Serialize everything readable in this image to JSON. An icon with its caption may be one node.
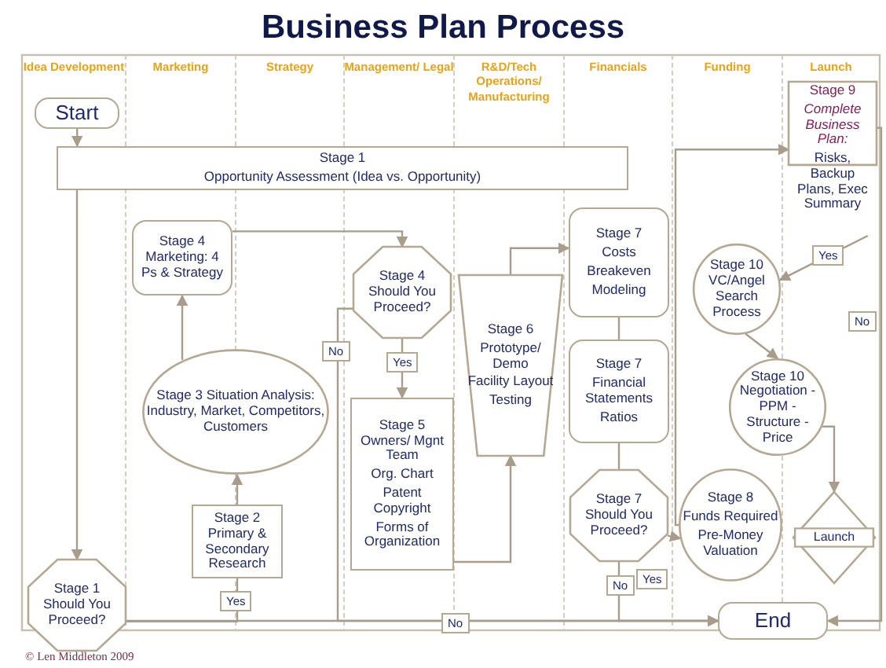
{
  "diagram": {
    "title": "Business Plan Process",
    "nodes": [
      {
        "text": [
          "Start"
        ]
      },
      {
        "text": [
          "Stage 1",
          "Opportunity Assessment (Idea vs. Opportunity)"
        ]
      },
      {
        "text": [
          "Stage 1 Should You Proceed?"
        ]
      },
      {
        "text": [
          "Stage 2 Primary & Secondary Research"
        ]
      },
      {
        "text": [
          "Stage 3 Situation Analysis: Industry, Market, Competitors, Customers"
        ]
      },
      {
        "text": [
          "Stage 4 Marketing: 4 Ps & Strategy"
        ]
      },
      {
        "text": [
          "Stage 4 Should You Proceed?"
        ]
      },
      {
        "text": [
          "Stage 5 Owners/ Mgnt Team",
          "Org. Chart",
          "Patent Copyright",
          "Forms of Organization"
        ]
      },
      {
        "text": [
          "Stage 6",
          "Prototype/ Demo",
          "Facility Layout",
          "Testing"
        ]
      },
      {
        "text": [
          "Stage 7",
          "Costs",
          "Breakeven",
          "Modeling"
        ]
      },
      {
        "text": [
          "Stage 7",
          "Financial Statements",
          "Ratios"
        ]
      },
      {
        "text": [
          "Stage 7 Should You Proceed?"
        ]
      },
      {
        "text": [
          "Stage 8",
          "Funds Required",
          "Pre-Money Valuation"
        ]
      },
      {
        "text": [
          "Stage 9",
          "Complete Business Plan:",
          "Risks, Backup Plans, Exec Summary"
        ]
      },
      {
        "text": [
          "Stage 10 VC/Angel Search Process"
        ]
      },
      {
        "text": [
          "Stage 10 Negotiation - PPM - Structure - Price"
        ]
      },
      {
        "text": [
          "Launch"
        ]
      },
      {
        "text": [
          "End"
        ]
      }
    ],
    "edges": [
      {
        "from": 0,
        "to": 1,
        "arrow": "to"
      },
      {
        "from": 1,
        "to": 2,
        "arrow": "to"
      },
      {
        "from": 2,
        "to": 3,
        "label": "Yes",
        "arrow": "to"
      },
      {
        "from": 2,
        "to": 17,
        "label": "No",
        "arrow": "to"
      },
      {
        "from": 3,
        "to": 4,
        "arrow": "to"
      },
      {
        "from": 4,
        "to": 5,
        "arrow": "to"
      },
      {
        "from": 5,
        "to": 6,
        "arrow": "to"
      },
      {
        "from": 6,
        "to": 7,
        "label": "Yes",
        "arrow": "to"
      },
      {
        "from": 6,
        "to": 17,
        "label": "No",
        "arrow": "to"
      },
      {
        "from": 7,
        "to": 8,
        "arrow": "to"
      },
      {
        "from": 8,
        "to": 9,
        "arrow": "to"
      },
      {
        "from": 9,
        "to": 10,
        "arrow": "none"
      },
      {
        "from": 10,
        "to": 11,
        "arrow": "none"
      },
      {
        "from": 11,
        "to": 12,
        "label": "Yes",
        "arrow": "to"
      },
      {
        "from": 11,
        "to": 17,
        "label": "No",
        "arrow": "to"
      },
      {
        "from": 12,
        "to": 13,
        "arrow": "to"
      },
      {
        "from": 13,
        "to": 14,
        "label": "Yes",
        "arrow": "to"
      },
      {
        "from": 13,
        "to": 17,
        "label": "No",
        "arrow": "to"
      },
      {
        "from": 14,
        "to": 15,
        "arrow": "to"
      },
      {
        "from": 15,
        "to": 16,
        "arrow": "to"
      }
    ],
    "labels": [
      "Idea Development",
      "Marketing",
      "Strategy",
      "Management/ Legal",
      "R&D/Tech Operations/ Manufacturing",
      "Financials",
      "Funding",
      "Launch",
      "© Len Middleton 2009"
    ]
  }
}
